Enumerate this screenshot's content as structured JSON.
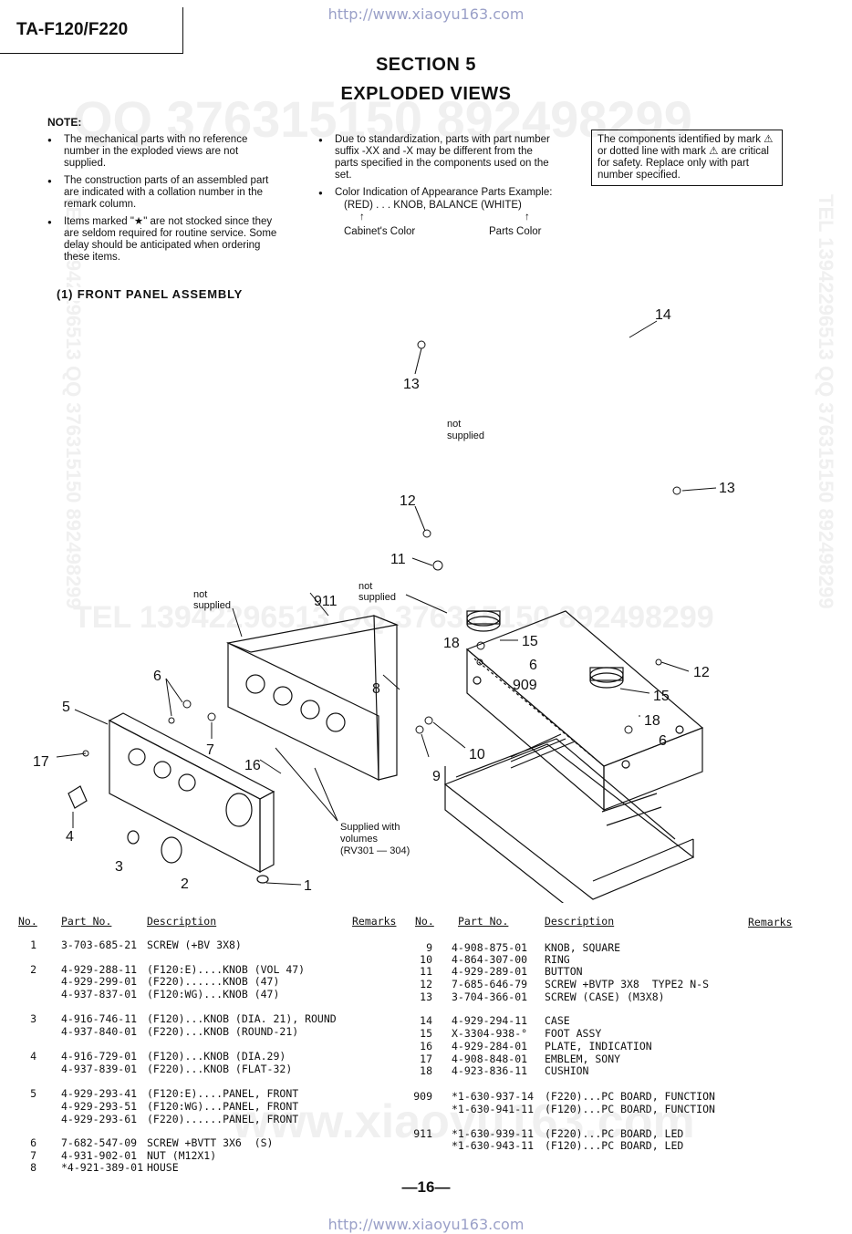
{
  "header": {
    "url_top": "http://www.xiaoyu163.com",
    "model": "TA-F120/F220",
    "section": "SECTION 5",
    "title": "EXPLODED VIEWS"
  },
  "watermarks": {
    "top": "QQ 376315150  892498299",
    "middle": "TEL 13942296513    QQ 376315150  892498299",
    "side": "TEL 13942296513  QQ 376315150  892498299",
    "bottom": "www.xiaoyu163.com"
  },
  "notes": {
    "heading": "NOTE:",
    "col1": [
      "The mechanical parts with no reference number in the exploded views are not supplied.",
      "The construction parts of an assembled part are indicated with a collation number in the remark column.",
      "Items marked \"★\" are not stocked since they are seldom required for routine service. Some delay should be anticipated when ordering these items."
    ],
    "col2": [
      "Due to standardization, parts with part number suffix -XX and -X may be different from the parts specified in the components used on the set.",
      "Color Indication of Appearance Parts Example:"
    ],
    "color_example": "(RED) . . . KNOB, BALANCE (WHITE)",
    "cabinet_color": "Cabinet's Color",
    "parts_color": "Parts Color",
    "safety": "The components identified by mark ⚠ or dotted line with mark ⚠ are critical for safety. Replace only with part number specified."
  },
  "subsection": "(1)  FRONT PANEL ASSEMBLY",
  "diagram_labels": {
    "not_supplied": "not supplied",
    "not": "not",
    "supplied": "supplied",
    "supplied_with": "Supplied with",
    "volumes": "volumes",
    "rv": "(RV301 — 304)",
    "n1": "1",
    "n2": "2",
    "n3": "3",
    "n4": "4",
    "n5": "5",
    "n6": "6",
    "n7": "7",
    "n8": "8",
    "n9": "9",
    "n10": "10",
    "n11": "11",
    "n12": "12",
    "n13": "13",
    "n14": "14",
    "n15": "15",
    "n16": "16",
    "n17": "17",
    "n18": "18",
    "n909": "909",
    "n911": "911"
  },
  "table": {
    "headers": {
      "no": "No.",
      "part_no": "Part No.",
      "description": "Description",
      "remarks": "Remarks"
    },
    "left": [
      {
        "no": "1",
        "part": "3-703-685-21",
        "desc": "SCREW (+BV 3X8)"
      },
      {
        "no": "2",
        "part": "4-929-288-11",
        "desc": "(F120:E)....KNOB (VOL 47)"
      },
      {
        "no": "",
        "part": "4-929-299-01",
        "desc": "(F220)......KNOB (47)"
      },
      {
        "no": "",
        "part": "4-937-837-01",
        "desc": "(F120:WG)...KNOB (47)"
      },
      {
        "no": "3",
        "part": "4-916-746-11",
        "desc": "(F120)...KNOB (DIA. 21), ROUND"
      },
      {
        "no": "",
        "part": "4-937-840-01",
        "desc": "(F220)...KNOB (ROUND-21)"
      },
      {
        "no": "4",
        "part": "4-916-729-01",
        "desc": "(F120)...KNOB (DIA.29)"
      },
      {
        "no": "",
        "part": "4-937-839-01",
        "desc": "(F220)...KNOB (FLAT-32)"
      },
      {
        "no": "5",
        "part": "4-929-293-41",
        "desc": "(F120:E)....PANEL, FRONT"
      },
      {
        "no": "",
        "part": "4-929-293-51",
        "desc": "(F120:WG)...PANEL, FRONT"
      },
      {
        "no": "",
        "part": "4-929-293-61",
        "desc": "(F220)......PANEL, FRONT"
      },
      {
        "no": "6",
        "part": "7-682-547-09",
        "desc": "SCREW +BVTT 3X6  (S)"
      },
      {
        "no": "7",
        "part": "4-931-902-01",
        "desc": "NUT (M12X1)"
      },
      {
        "no": "8",
        "part": "*4-921-389-01",
        "desc": "HOUSE"
      }
    ],
    "right": [
      {
        "no": "9",
        "part": "4-908-875-01",
        "desc": "KNOB, SQUARE"
      },
      {
        "no": "10",
        "part": "4-864-307-00",
        "desc": "RING"
      },
      {
        "no": "11",
        "part": "4-929-289-01",
        "desc": "BUTTON"
      },
      {
        "no": "12",
        "part": "7-685-646-79",
        "desc": "SCREW +BVTP 3X8  TYPE2 N-S"
      },
      {
        "no": "13",
        "part": "3-704-366-01",
        "desc": "SCREW (CASE) (M3X8)"
      },
      {
        "no": "14",
        "part": "4-929-294-11",
        "desc": "CASE"
      },
      {
        "no": "15",
        "part": "X-3304-938-°",
        "desc": "FOOT ASSY"
      },
      {
        "no": "16",
        "part": "4-929-284-01",
        "desc": "PLATE, INDICATION"
      },
      {
        "no": "17",
        "part": "4-908-848-01",
        "desc": "EMBLEM, SONY"
      },
      {
        "no": "18",
        "part": "4-923-836-11",
        "desc": "CUSHION"
      },
      {
        "no": "909",
        "part": "*1-630-937-14",
        "desc": "(F220)...PC BOARD, FUNCTION"
      },
      {
        "no": "",
        "part": "*1-630-941-11",
        "desc": "(F120)...PC BOARD, FUNCTION"
      },
      {
        "no": "911",
        "part": "*1-630-939-11",
        "desc": "(F220)...PC BOARD, LED"
      },
      {
        "no": "",
        "part": "*1-630-943-11",
        "desc": "(F120)...PC BOARD, LED"
      }
    ]
  },
  "footer": {
    "page": "—16—",
    "url_bottom": "http://www.xiaoyu163.com"
  }
}
